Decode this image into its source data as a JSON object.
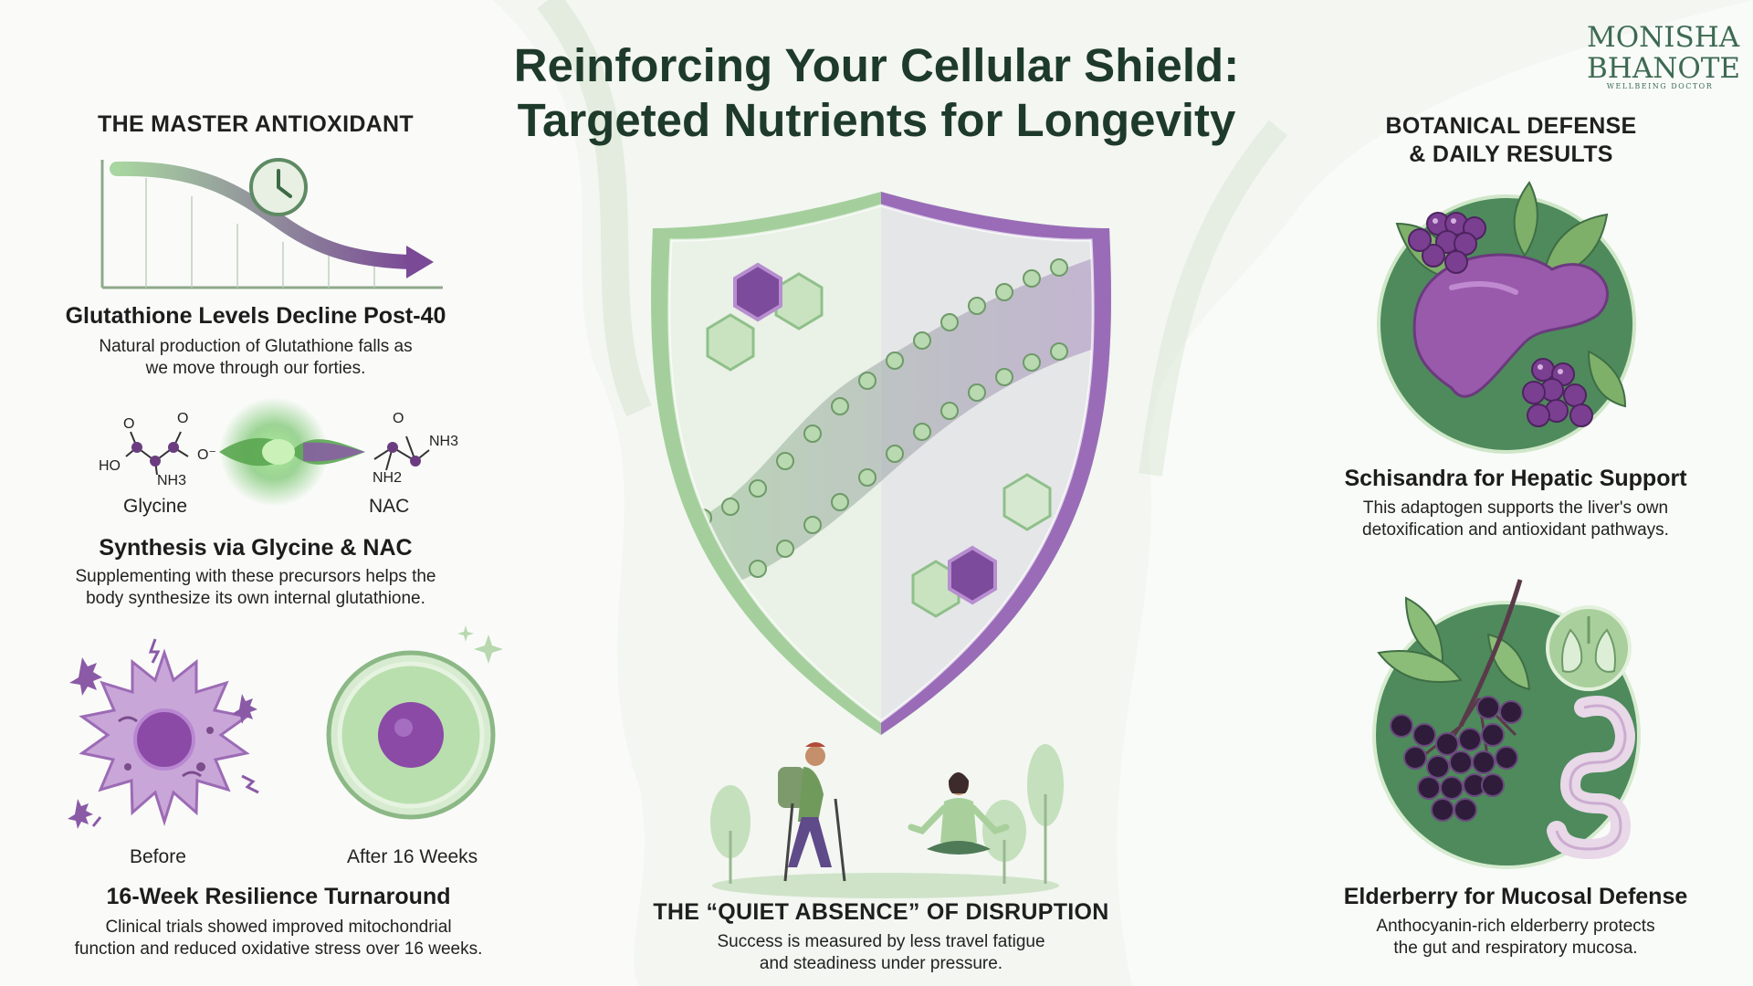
{
  "title": {
    "line1": "Reinforcing Your Cellular Shield:",
    "line2": "Targeted Nutrients for Longevity"
  },
  "logo": {
    "line1": "MONISHA",
    "line2": "BHANOTE",
    "tagline": "WELLBEING DOCTOR"
  },
  "left": {
    "section_title": "THE MASTER ANTIOXIDANT",
    "decline": {
      "heading": "Glutathione Levels Decline Post-40",
      "desc_line1": "Natural production of Glutathione falls as",
      "desc_line2": "we move through our forties."
    },
    "synthesis": {
      "glycine_label": "Glycine",
      "nac_label": "NAC",
      "heading": "Synthesis via Glycine & NAC",
      "desc_line1": "Supplementing with these precursors helps the",
      "desc_line2": "body synthesize its own internal glutathione."
    },
    "resilience": {
      "before_label": "Before",
      "after_label": "After 16 Weeks",
      "heading": "16-Week Resilience Turnaround",
      "desc_line1": "Clinical trials showed improved mitochondrial",
      "desc_line2": "function and reduced oxidative stress over 16 weeks."
    }
  },
  "chem": {
    "o": "O",
    "ho": "HO",
    "nh3": "NH3",
    "ominus": "O⁻",
    "nh2": "NH2",
    "onh3": "O",
    "nh3b": "NH3"
  },
  "center": {
    "heading": "THE “QUIET ABSENCE” OF DISRUPTION",
    "desc_line1": "Success is measured by less travel fatigue",
    "desc_line2": "and steadiness under pressure."
  },
  "right": {
    "section_title_line1": "BOTANICAL DEFENSE",
    "section_title_line2": "& DAILY RESULTS",
    "schisandra": {
      "heading": "Schisandra for Hepatic Support",
      "desc_line1": "This adaptogen supports the liver's own",
      "desc_line2": "detoxification and antioxidant pathways."
    },
    "elderberry": {
      "heading": "Elderberry for Mucosal Defense",
      "desc_line1": "Anthocyanin-rich elderberry protects",
      "desc_line2": "the gut and respiratory mucosa."
    }
  },
  "colors": {
    "green": "#8fc08a",
    "dark_green": "#2f5c3d",
    "purple": "#8a5aa6",
    "light_purple": "#c9a6d8",
    "title": "#1e3a2a"
  }
}
